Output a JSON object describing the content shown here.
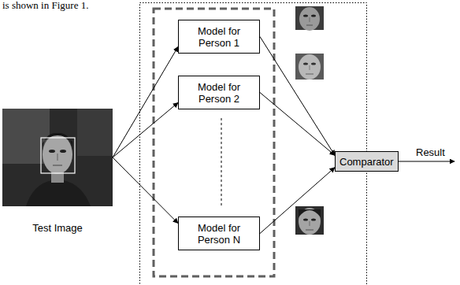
{
  "diagram": {
    "nodes": [
      {
        "text": [
          "Test Image"
        ]
      },
      {
        "text": [
          "Model for Person 1"
        ]
      },
      {
        "text": [
          "Model for Person 2"
        ]
      },
      {
        "text": [
          "Model for Person N"
        ]
      },
      {
        "text": [
          "Comparator"
        ]
      }
    ],
    "edges": [
      {
        "from": 0,
        "to": 1,
        "arrow": "to"
      },
      {
        "from": 0,
        "to": 2,
        "arrow": "to"
      },
      {
        "from": 0,
        "to": 3,
        "arrow": "to"
      },
      {
        "from": 1,
        "to": 4,
        "arrow": "to"
      },
      {
        "from": 2,
        "to": 4,
        "arrow": "to"
      },
      {
        "from": 3,
        "to": 4,
        "arrow": "to"
      }
    ],
    "labels": [
      "is shown in Figure 1.",
      "Result"
    ]
  }
}
